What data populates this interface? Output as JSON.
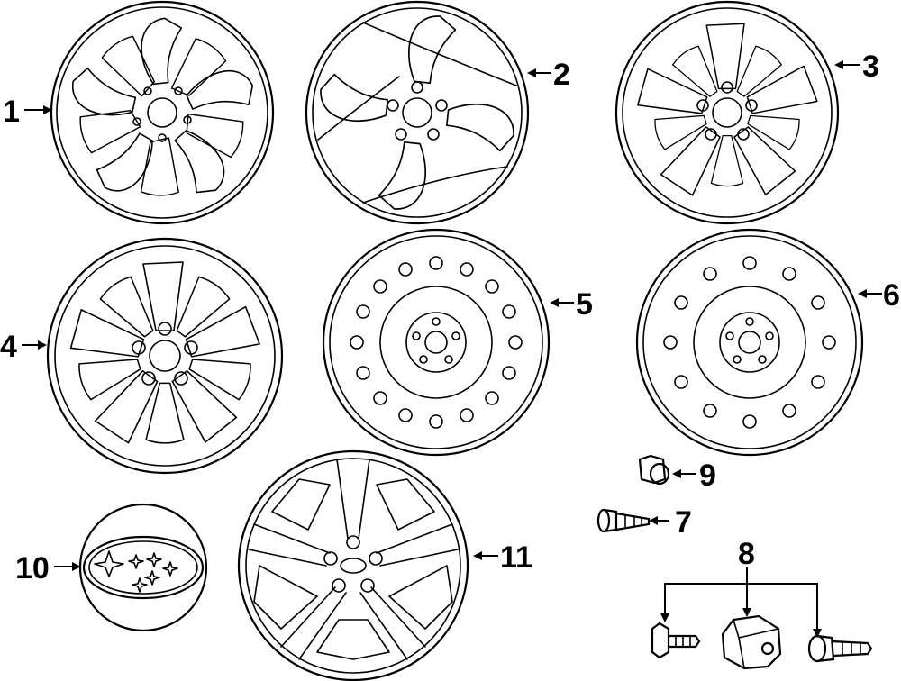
{
  "callouts": {
    "c1": "1",
    "c2": "2",
    "c3": "3",
    "c4": "4",
    "c5": "5",
    "c6": "6",
    "c7": "7",
    "c8": "8",
    "c9": "9",
    "c10": "10",
    "c11": "11"
  },
  "icons": [
    "alloy-wheel-icon",
    "steel-wheel-icon",
    "lug-nut-icon",
    "valve-stem-icon",
    "tpms-sensor-icon",
    "center-cap-icon",
    "subaru-logo-icon"
  ]
}
